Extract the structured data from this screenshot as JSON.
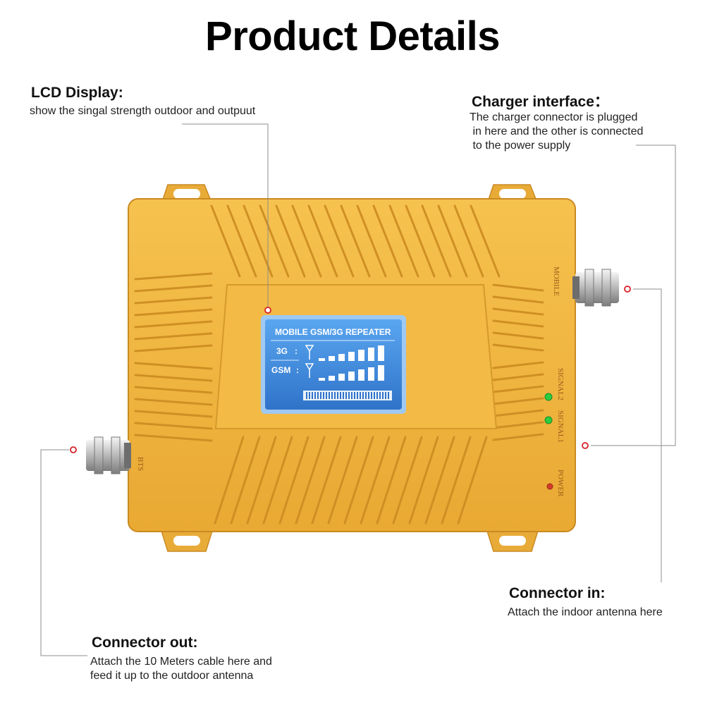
{
  "title": "Product Details",
  "callouts": {
    "lcd": {
      "heading": "LCD Display:",
      "body": "show the singal strength outdoor and outpuut"
    },
    "charger": {
      "heading": "Charger interface：",
      "body": "The charger connector is plugged\n in here and the other is connected\n to the power supply"
    },
    "connector_in": {
      "heading": "Connector in:",
      "body": "Attach the indoor antenna here"
    },
    "connector_out": {
      "heading": "Connector out:",
      "body": "Attach the 10 Meters cable here and\nfeed it up to the outdoor antenna"
    }
  },
  "device": {
    "lcd_banner": "MOBILE GSM/3G REPEATER",
    "band_1": "3G",
    "band_2": "GSM",
    "port_left": "BTS",
    "port_right": "MOBILE",
    "led_signal_2": "SIGNAL2",
    "led_signal_1": "SIGNAL1",
    "led_power": "POWER",
    "colors": {
      "body": "#f2b63e",
      "fin": "#e6a22c",
      "lcd": "#3b82d6",
      "led_green": "#2ecc40",
      "led_red": "#d63a2a",
      "callout_dot": "#d61f26"
    }
  }
}
